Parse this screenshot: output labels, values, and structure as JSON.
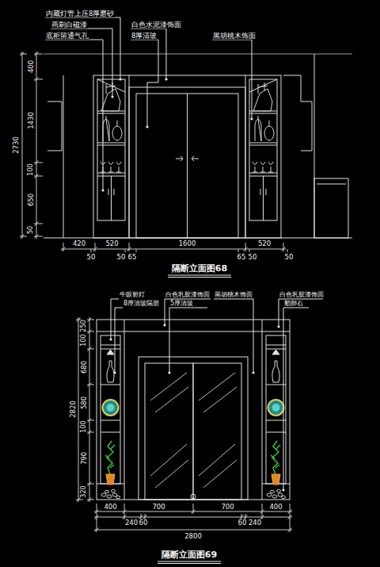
{
  "diagram": {
    "labels": [
      "内藏灯管上压8厚磨砂",
      "画刷白磁漆",
      "底柜留通气孔",
      "白色水泥漆饰面",
      "8厚清玻",
      "黑胡桃木饰面",
      "400",
      "1430",
      "100",
      "650",
      "50",
      "2730",
      "420",
      "520",
      "1600",
      "520",
      "50",
      "50",
      "65",
      "65",
      "50",
      "50",
      "隔断立面图68",
      "牛眼射灯",
      "8厚清玻隔层",
      "白色乳胶漆饰面",
      "5厚清玻",
      "黑胡桃木饰面",
      "白色乳胶漆饰面",
      "鹅卵石",
      "250",
      "100",
      "680",
      "580",
      "100",
      "790",
      "320",
      "2820",
      "400",
      "700",
      "700",
      "400",
      "240",
      "60",
      "60",
      "240",
      "2800",
      "隔断立面图69"
    ]
  }
}
